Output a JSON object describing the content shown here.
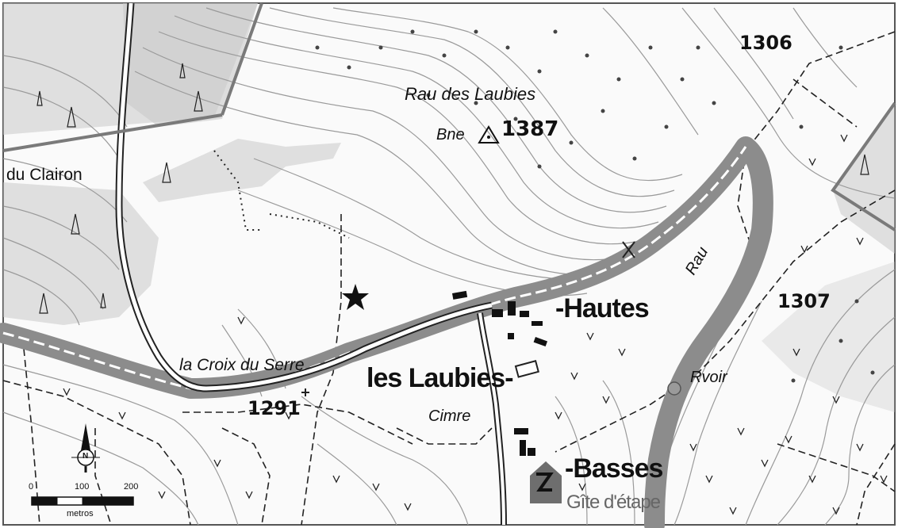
{
  "labels": {
    "ruisseau_laubies": "Rau des Laubies",
    "borne": "Bne",
    "summit_1387": "1387",
    "elev_1306": "1306",
    "elev_1307": "1307",
    "elev_1291": "1291",
    "du_clairon": "du Clairon",
    "la_croix_du_serre": "la Croix du Serre",
    "hautes": "-Hautes",
    "les_laubies": "les Laubies-",
    "basses": "-Basses",
    "rau": "Rau",
    "rvoir": "Rvoir",
    "cimre": "Cimre",
    "gite": "Gîte d'étape"
  },
  "scale": {
    "ticks": [
      "0",
      "100",
      "200"
    ],
    "unit": "metros"
  },
  "compass": {
    "north": "N"
  },
  "colors": {
    "forest_grey": "#c4c4c4",
    "road_grey": "#8c8c8c",
    "contour": "#9a9a9a",
    "ink": "#111111"
  },
  "icons": {
    "marker": "star-marker-icon",
    "compass": "north-arrow-icon",
    "summit": "triangle-summit-icon",
    "gite": "house-icon"
  }
}
